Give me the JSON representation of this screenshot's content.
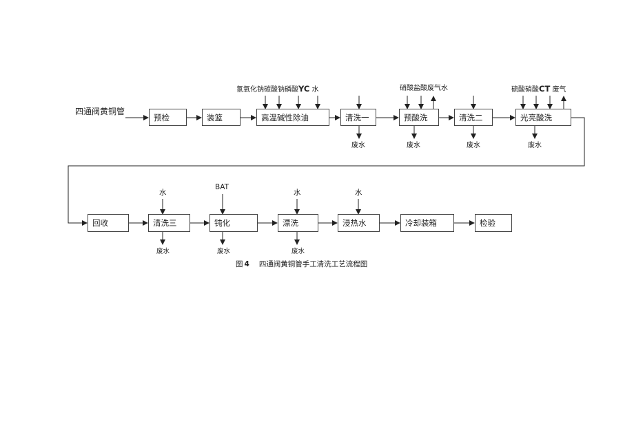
{
  "start_label": "四通阀黄铜管",
  "row1": [
    {
      "id": "yujian",
      "label": "预检"
    },
    {
      "id": "zhuanglan",
      "label": "装篮"
    },
    {
      "id": "gaowen",
      "label": "高温碱性除油"
    },
    {
      "id": "qingxi1",
      "label": "清洗一"
    },
    {
      "id": "yusuanxi",
      "label": "预酸洗"
    },
    {
      "id": "qingxi2",
      "label": "清洗二"
    },
    {
      "id": "guangliang",
      "label": "光亮酸洗"
    }
  ],
  "row2": [
    {
      "id": "huishou",
      "label": "回收"
    },
    {
      "id": "qingxi3",
      "label": "清洗三"
    },
    {
      "id": "dunhua",
      "label": "钝化"
    },
    {
      "id": "piaoxi",
      "label": "漂洗"
    },
    {
      "id": "jinreshui",
      "label": "浸热水"
    },
    {
      "id": "lengque",
      "label": "冷却装箱"
    },
    {
      "id": "jianyan",
      "label": "检验"
    }
  ],
  "inputs": {
    "gaowen_prefix": "氢氧化钠碳酸钠磷酸",
    "gaowen_bold": "YC",
    "gaowen_suffix": "水",
    "yusuanxi": "硝酸盐酸废气水",
    "guangliang_prefix": "硫酸硝酸",
    "guangliang_bold": "CT",
    "guangliang_suffix": "废气",
    "qingxi3": "水",
    "dunhua": "BAT",
    "piaoxi": "水",
    "jinreshui": "水"
  },
  "outputs": {
    "qingxi1": "废水",
    "yusuanxi": "废水",
    "qingxi2": "废水",
    "guangliang": "废水",
    "qingxi3": "废水",
    "dunhua": "废水",
    "piaoxi": "废水"
  },
  "caption": {
    "prefix": "图",
    "number": "4",
    "title": "四通阀黄铜管手工清洗工艺流程图"
  }
}
